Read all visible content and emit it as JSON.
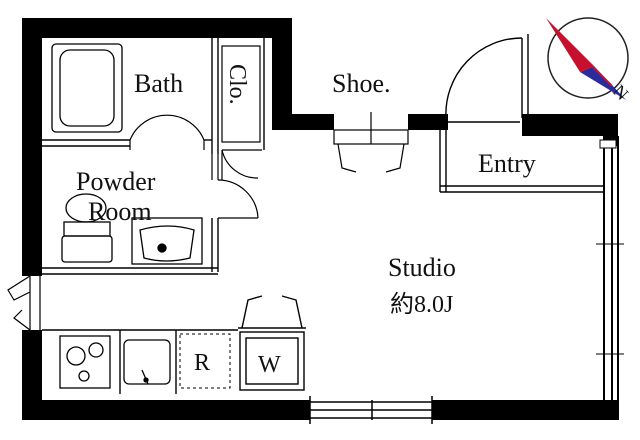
{
  "rooms": {
    "bath": "Bath",
    "closet": "Clo.",
    "shoe": "Shoe.",
    "entry": "Entry",
    "powder_line1": "Powder",
    "powder_line2": "Room",
    "studio": "Studio",
    "studio_size": "約8.0J",
    "refrigerator": "R",
    "washer": "W"
  },
  "compass": {
    "north_label": "N"
  }
}
